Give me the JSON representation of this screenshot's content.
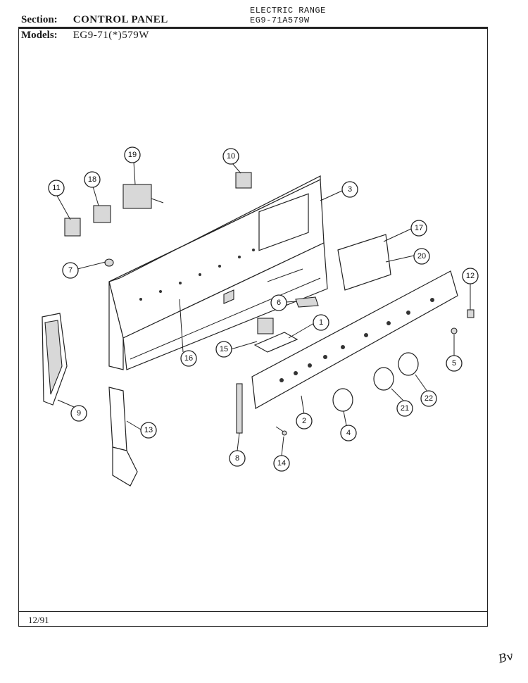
{
  "header": {
    "section_label": "Section:",
    "section_value": "CONTROL PANEL",
    "models_label": "Models:",
    "models_value": "EG9-71(*)579W",
    "range_line1": "ELECTRIC RANGE",
    "range_line2": "EG9-71A579W"
  },
  "footer": {
    "date": "12/91",
    "initials": "Bv"
  },
  "callouts": [
    "1",
    "2",
    "3",
    "4",
    "5",
    "6",
    "7",
    "8",
    "9",
    "10",
    "11",
    "12",
    "13",
    "14",
    "15",
    "16",
    "17",
    "18",
    "19",
    "20",
    "21",
    "22"
  ]
}
